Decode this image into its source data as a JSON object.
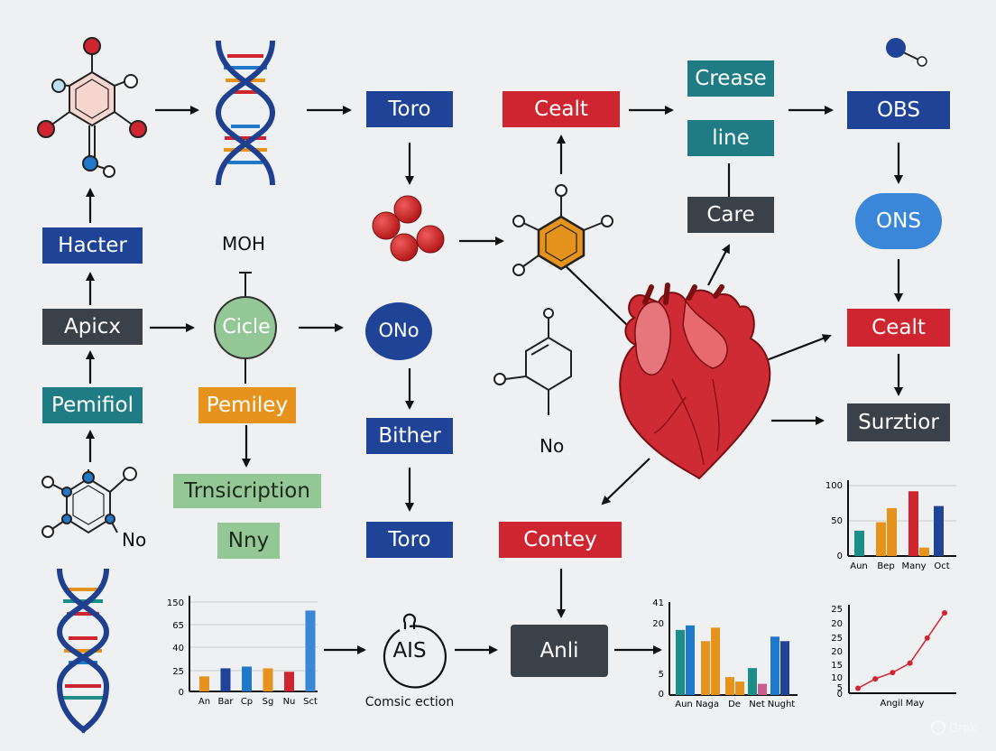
{
  "colors": {
    "blue": "#1f4397",
    "red": "#cf2531",
    "teal": "#1f7c84",
    "dark": "#3b4148",
    "orange": "#e5931c",
    "green": "#93c795",
    "light_blue": "#3a86d8",
    "background": "#eef0f1"
  },
  "icons": [
    "molecule-icon",
    "dna-helix-icon",
    "red-atom-cluster-icon",
    "benzene-ring-icon",
    "heart-icon",
    "lightbulb-icon",
    "watermark-icon"
  ],
  "nodes": {
    "hacter": "Hacter",
    "apicx": "Apicx",
    "pemifiol": "Pemifiol",
    "moh": "MOH",
    "cicle": "Cicle",
    "pemiley": "Pemiley",
    "transcription": "Trnsicription",
    "nny": "Nny",
    "toro_top": "Toro",
    "ono": "ONo",
    "bither": "Bither",
    "toro_bottom": "Toro",
    "cealt_top": "Cealt",
    "no_label": "No",
    "contey": "Contey",
    "anli": "Anli",
    "crease": "Crease",
    "line": "line",
    "care": "Care",
    "obs": "OBS",
    "ons": "ONS",
    "cealt_right": "Cealt",
    "surztior": "Surztior",
    "no_left": "No",
    "ais": "AIS",
    "ais_caption": "Comsic ection",
    "watermark": "Grok"
  },
  "chart_data": [
    {
      "type": "bar",
      "title": "",
      "y_ticks": [
        "150",
        "65",
        "40",
        "25",
        "0"
      ],
      "categories": [
        "An",
        "Bar",
        "Cp",
        "Sg",
        "Nu",
        "Sct"
      ],
      "values": [
        26,
        40,
        43,
        40,
        34,
        140
      ],
      "colors": [
        "#e5931c",
        "#1f4397",
        "#1f78c8",
        "#e5931c",
        "#cf2531",
        "#3a86d8"
      ],
      "ylim": [
        0,
        150
      ]
    },
    {
      "type": "bar",
      "title": "",
      "y_ticks": [
        "41",
        "20",
        "5",
        "0"
      ],
      "categories": [
        "Aun",
        "Naga",
        "De",
        "Net",
        "Nught"
      ],
      "series": [
        {
          "values": [
            29,
            8,
            12,
            26
          ]
        },
        {
          "values": [
            31,
            6,
            5,
            24
          ]
        },
        {
          "values": [
            24,
            30,
            11,
            0
          ]
        },
        {
          "values": [
            30,
            9,
            4,
            0
          ]
        }
      ],
      "bars": [
        {
          "v": 29,
          "c": "#1b8f87"
        },
        {
          "v": 31,
          "c": "#1f78c8"
        },
        {
          "v": 24,
          "c": "#e5931c"
        },
        {
          "v": 30,
          "c": "#e5931c"
        },
        {
          "v": 8,
          "c": "#e5931c"
        },
        {
          "v": 6,
          "c": "#e5931c"
        },
        {
          "v": 12,
          "c": "#1b8f87"
        },
        {
          "v": 5,
          "c": "#c95f8e"
        },
        {
          "v": 26,
          "c": "#1f78c8"
        },
        {
          "v": 24,
          "c": "#1f4397"
        }
      ],
      "ylim": [
        0,
        41
      ]
    },
    {
      "type": "bar",
      "title": "",
      "y_ticks": [
        "100",
        "50",
        "0"
      ],
      "categories": [
        "Aun",
        "Bep",
        "Many",
        "Oct"
      ],
      "bars": [
        {
          "v": 36,
          "c": "#1b8f87"
        },
        {
          "v": 48,
          "c": "#e5931c"
        },
        {
          "v": 68,
          "c": "#e5931c"
        },
        {
          "v": 92,
          "c": "#cf2531"
        },
        {
          "v": 12,
          "c": "#e5931c"
        },
        {
          "v": 71,
          "c": "#1f4397"
        }
      ],
      "ylim": [
        0,
        100
      ]
    },
    {
      "type": "line",
      "title": "",
      "y_ticks": [
        "25",
        "20",
        "25",
        "20",
        "15",
        "10",
        "5",
        "0"
      ],
      "x_label": "Angil May",
      "points": [
        [
          1,
          1
        ],
        [
          2,
          4
        ],
        [
          3,
          6
        ],
        [
          4,
          9
        ],
        [
          5,
          17
        ],
        [
          6,
          25
        ]
      ],
      "color": "#cf2531",
      "ylim": [
        0,
        27
      ]
    }
  ]
}
